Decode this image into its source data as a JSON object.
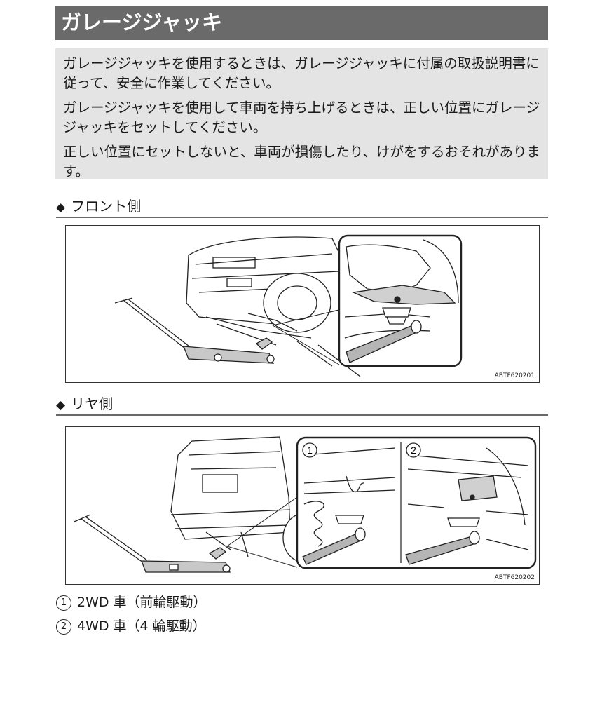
{
  "title": "ガレージジャッキ",
  "notes": [
    "ガレージジャッキを使用するときは、ガレージジャッキに付属の取扱説明書に従って、安全に作業してください。",
    "ガレージジャッキを使用して車両を持ち上げるときは、正しい位置にガレージジャッキをセットしてください。",
    "正しい位置にセットしないと、車両が損傷したり、けがをするおそれがあります。"
  ],
  "sections": [
    {
      "heading": "フロント側",
      "figure_code": "ABTF620201"
    },
    {
      "heading": "リヤ側",
      "figure_code": "ABTF620202",
      "callouts": [
        "1",
        "2"
      ]
    }
  ],
  "legend": [
    {
      "num": "1",
      "text": "2WD 車（前輪駆動）"
    },
    {
      "num": "2",
      "text": "4WD 車（4 輪駆動）"
    }
  ],
  "icons": {
    "section_marker": "diamond-icon"
  },
  "colors": {
    "title_bg": "#6a6a6a",
    "note_bg": "#e4e4e4",
    "jack_fill": "#b5b5b5"
  }
}
